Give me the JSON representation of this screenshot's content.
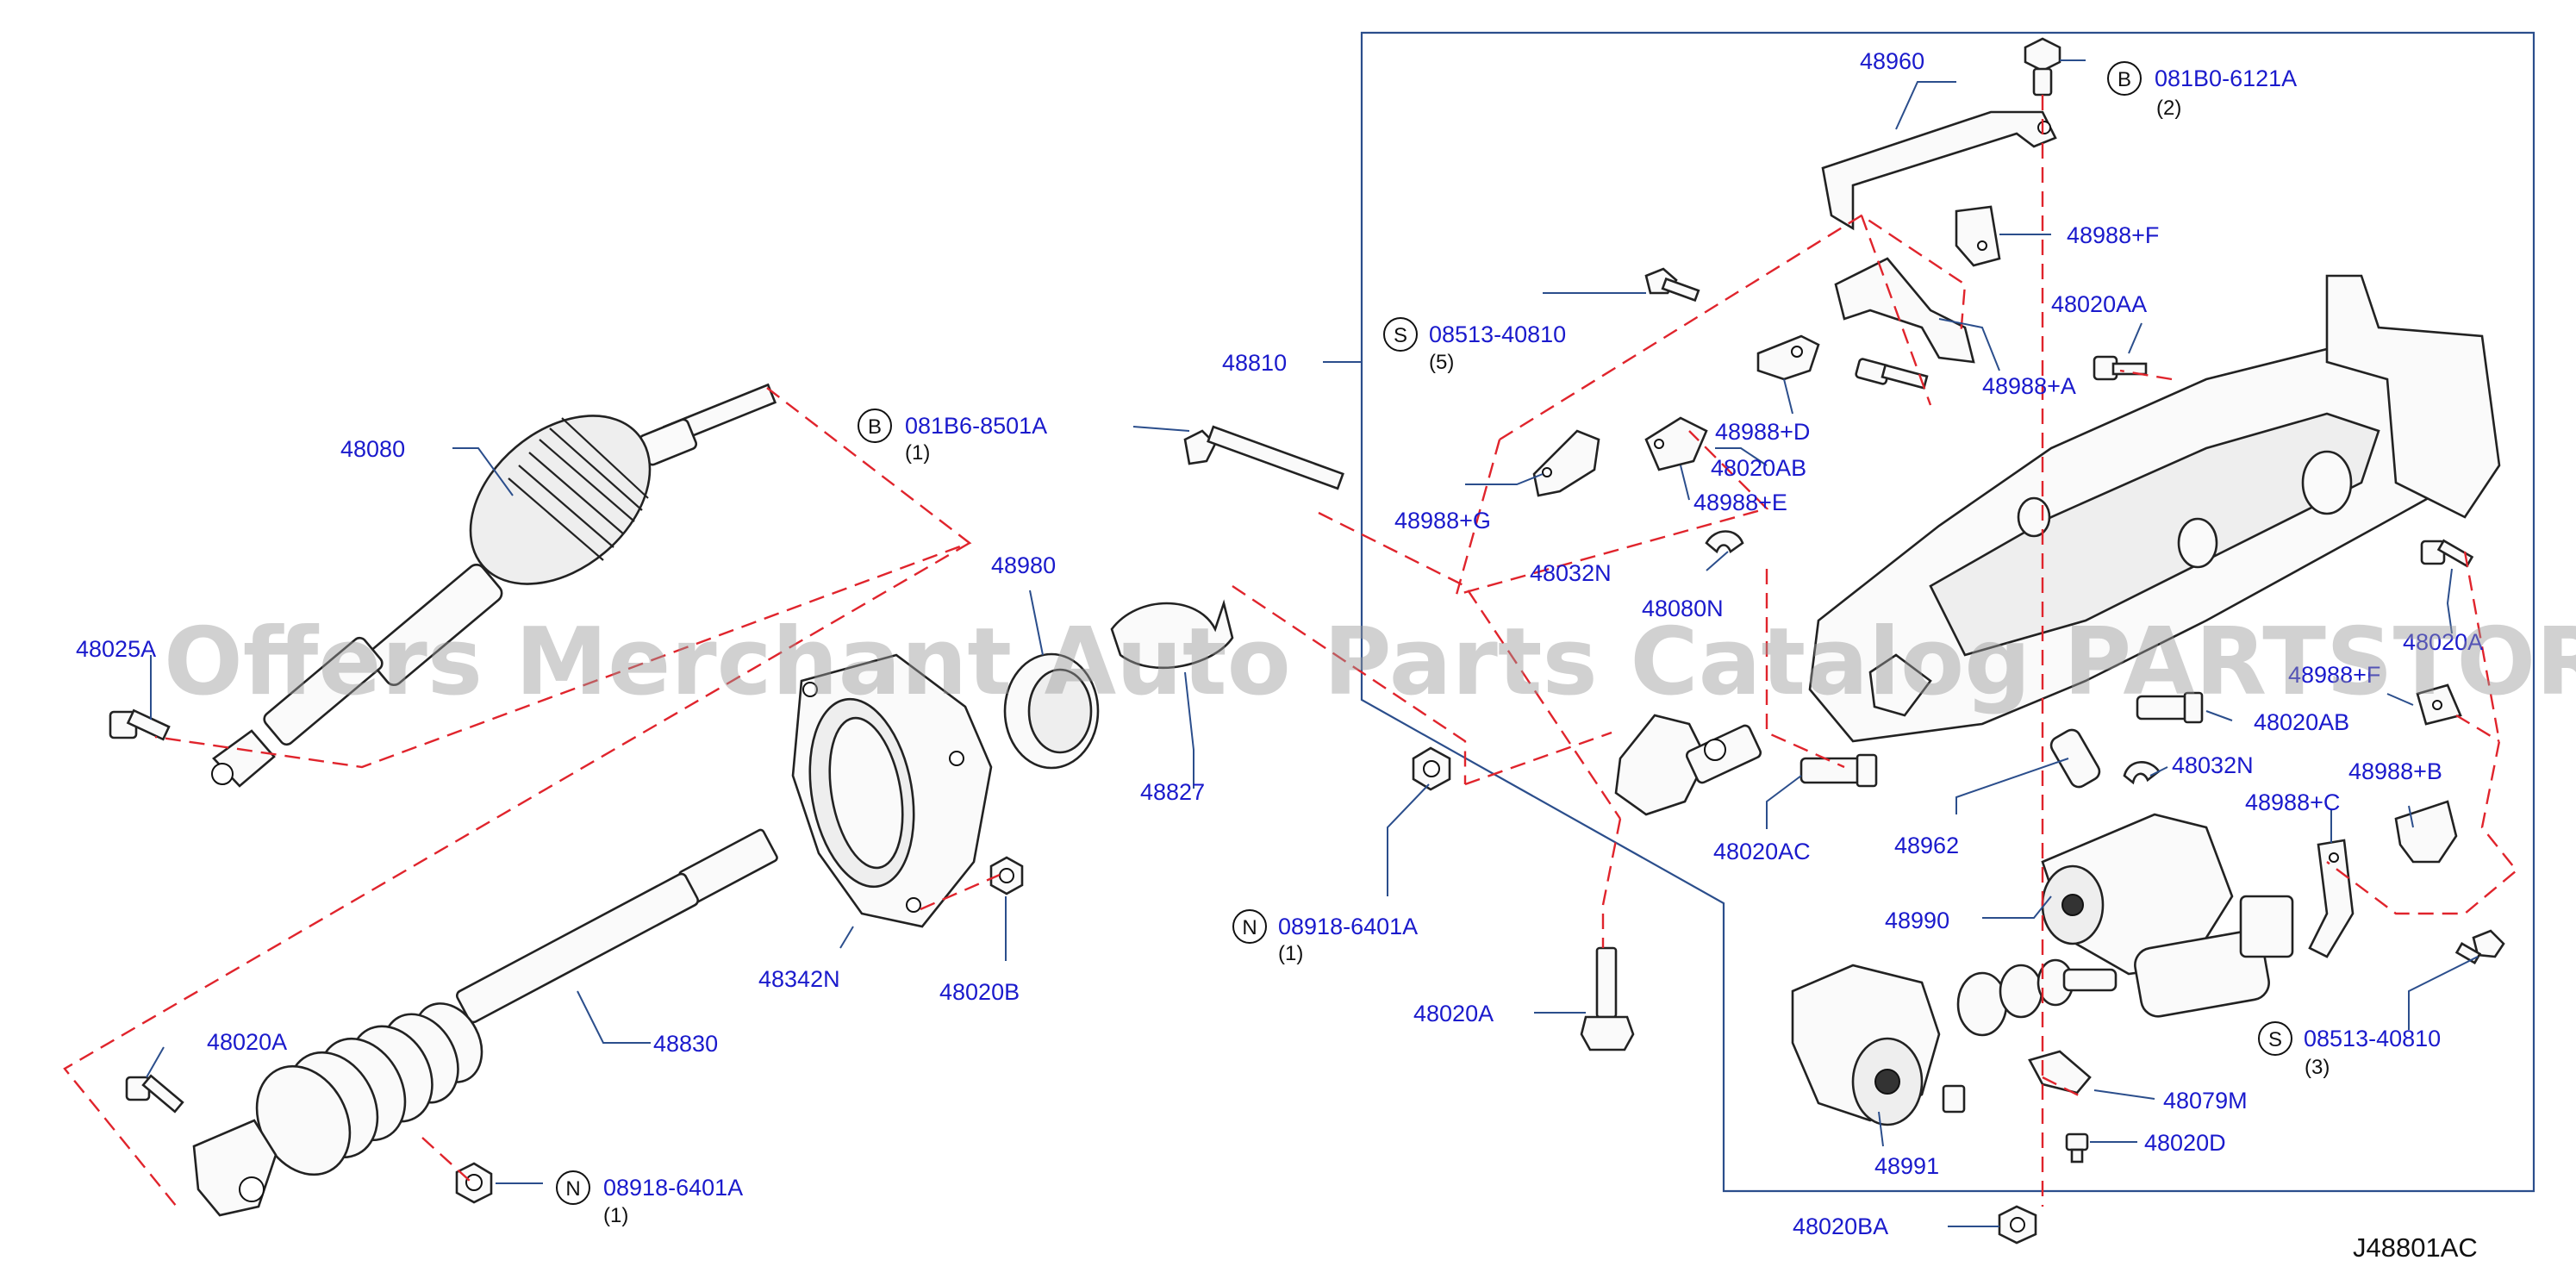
{
  "diagram": {
    "watermark": "Offers Merchant Auto Parts Catalog PARTSTORE SA",
    "diagram_code": "J48801AC",
    "labels": {
      "p48080": "48080",
      "p48025A": "48025A",
      "p081B6": "081B6-8501A",
      "p081B6_qty": "(1)",
      "p48810": "48810",
      "p48980": "48980",
      "p48827": "48827",
      "p48342N": "48342N",
      "p48020B": "48020B",
      "p48830": "48830",
      "p48020A_left": "48020A",
      "p08918_bottom": "08918-6401A",
      "p08918_bottom_qty": "(1)",
      "p08918_mid": "08918-6401A",
      "p08918_mid_qty": "(1)",
      "p48020A_mid": "48020A",
      "p48960": "48960",
      "p081B0": "081B0-6121A",
      "p081B0_qty": "(2)",
      "p48988F_top": "48988+F",
      "p08513_top": "08513-40810",
      "p08513_top_qty": "(5)",
      "p48020AA": "48020AA",
      "p48988A": "48988+A",
      "p48988D": "48988+D",
      "p48020AB_top": "48020AB",
      "p48988E": "48988+E",
      "p48988G": "48988+G",
      "p48032N_top": "48032N",
      "p48080N": "48080N",
      "p48020A_right": "48020A",
      "p48988F_right": "48988+F",
      "p48020AB_right": "48020AB",
      "p48032N_right": "48032N",
      "p48962": "48962",
      "p48020AC": "48020AC",
      "p48988B": "48988+B",
      "p48988C": "48988+C",
      "p48990": "48990",
      "p08513_bottom": "08513-40810",
      "p08513_bottom_qty": "(3)",
      "p48079M": "48079M",
      "p48020D": "48020D",
      "p48991": "48991",
      "p48020BA": "48020BA"
    },
    "circle_letters": {
      "b1": "B",
      "b2": "B",
      "s1": "S",
      "s2": "S",
      "n1": "N",
      "n2": "N"
    }
  }
}
